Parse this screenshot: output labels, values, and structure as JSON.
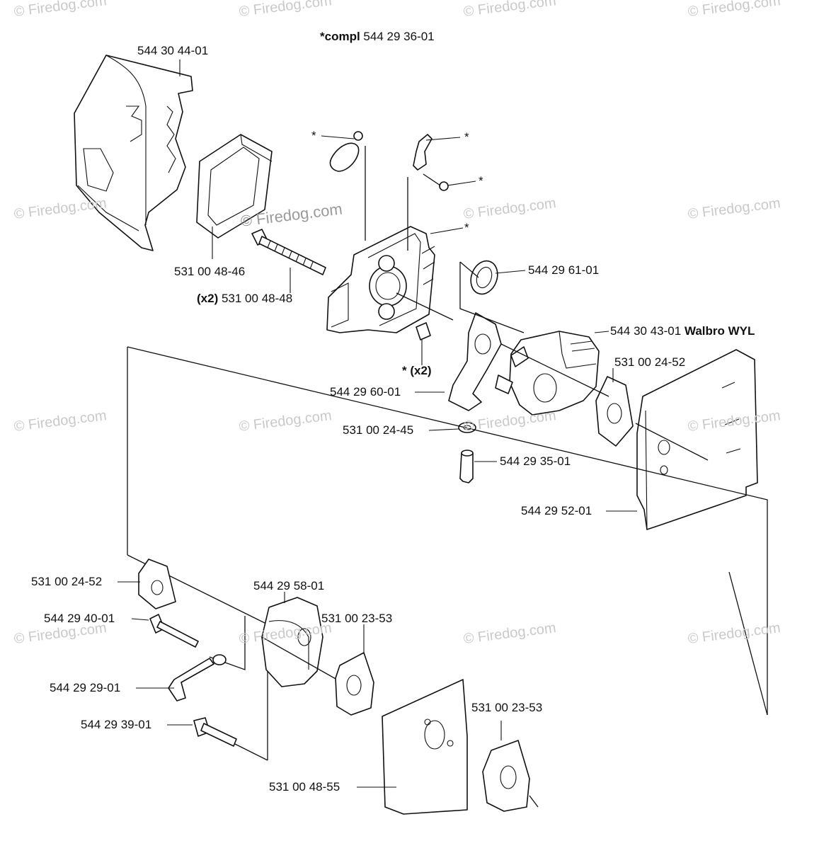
{
  "header": {
    "prefix": "*compl",
    "number": "544 29 36-01"
  },
  "watermark": {
    "text": "© Firedog.com"
  },
  "parts": {
    "air_filter_cover": "544 30 44-01",
    "air_filter": "531 00 48-46",
    "screw_qty": "(x2)",
    "screw": "531 00 48-48",
    "gasket_ring": "544 29 61-01",
    "carburetor": "544 30 43-01",
    "carburetor_model": "Walbro WYL",
    "spacer_qty": "* (x2)",
    "bracket": "544 29 60-01",
    "carb_gasket_upper": "531 00 24-52",
    "nut": "531 00 24-45",
    "adjuster": "544 29 35-01",
    "heat_shield": "544 29 52-01",
    "gasket_lower": "531 00 24-52",
    "intake_block": "544 29 58-01",
    "bolt_upper": "544 29 40-01",
    "intake_gasket_a": "531 00 23-53",
    "rod": "544 29 29-01",
    "bolt_lower": "544 29 39-01",
    "plate": "531 00 48-55",
    "intake_gasket_b": "531 00 23-53",
    "asterisk": "*"
  },
  "colors": {
    "line": "#111111",
    "watermark": "#c9c9c9"
  }
}
